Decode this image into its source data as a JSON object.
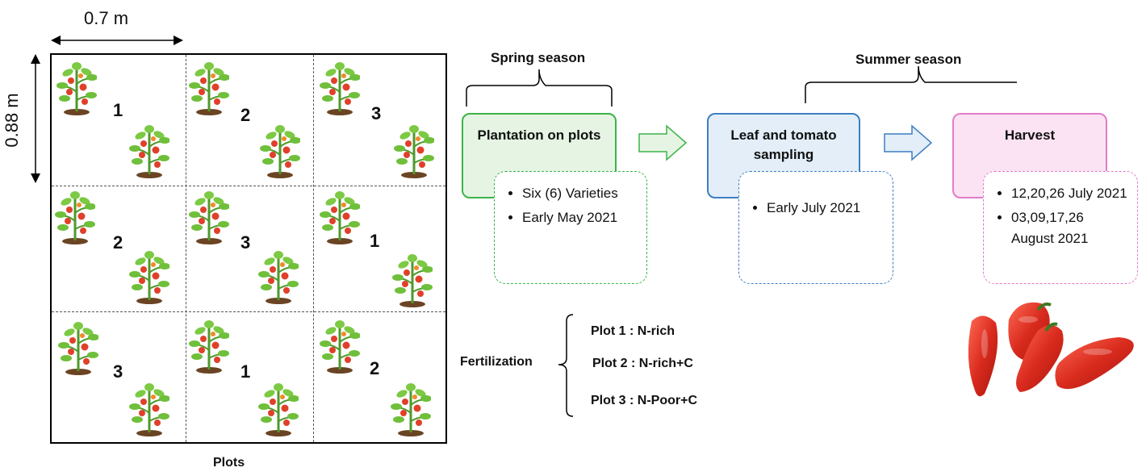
{
  "dimensions": {
    "width_label": "0.7 m",
    "height_label": "0.88 m"
  },
  "plots": {
    "caption": "Plots",
    "cells": [
      "1",
      "2",
      "3",
      "2",
      "3",
      "1",
      "3",
      "1",
      "2"
    ]
  },
  "seasons": {
    "spring": "Spring season",
    "summer": "Summer season"
  },
  "stages": [
    {
      "title": "Plantation on plots",
      "details": [
        "Six (6) Varieties",
        "Early May 2021"
      ],
      "border": "#3cb34a",
      "fill": "#e6f5e3"
    },
    {
      "title": "Leaf and tomato sampling",
      "details": [
        "Early July 2021"
      ],
      "border": "#3d7fc1",
      "fill": "#e3eef9"
    },
    {
      "title": "Harvest",
      "details": [
        "12,20,26 July 2021",
        "03,09,17,26 August 2021"
      ],
      "border": "#e37cc8",
      "fill": "#fbe3f3"
    }
  ],
  "fertilization": {
    "label": "Fertilization",
    "items": [
      "Plot 1 : N-rich",
      "Plot 2 : N-rich+C",
      "Plot 3 : N-Poor+C"
    ]
  },
  "colors": {
    "plant_leaf": "#6fbf3a",
    "tomato": "#e0402a",
    "soil": "#6b4423",
    "pepper": "#d92b1e"
  }
}
